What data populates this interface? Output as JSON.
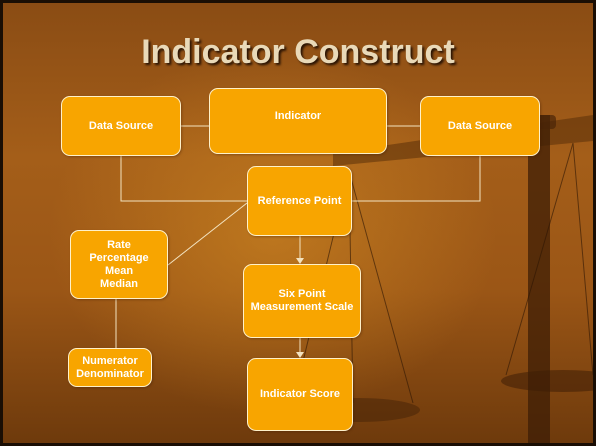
{
  "slide": {
    "title": "Indicator Construct"
  },
  "diagram": {
    "nodes": {
      "indicator": "Indicator",
      "data_source_left": "Data Source",
      "data_source_right": "Data Source",
      "reference_point": "Reference Point",
      "rate_group": [
        "Rate",
        "Percentage",
        "Mean",
        "Median"
      ],
      "numerator_group": [
        "Numerator",
        "Denominator"
      ],
      "six_point_scale": [
        "Six Point",
        "Measurement Scale"
      ],
      "indicator_score": "Indicator Score"
    },
    "colors": {
      "box_fill": "#f8a500",
      "box_border": "#fff1c9",
      "connector": "#f3e3c0",
      "background": "#9b5616"
    }
  }
}
